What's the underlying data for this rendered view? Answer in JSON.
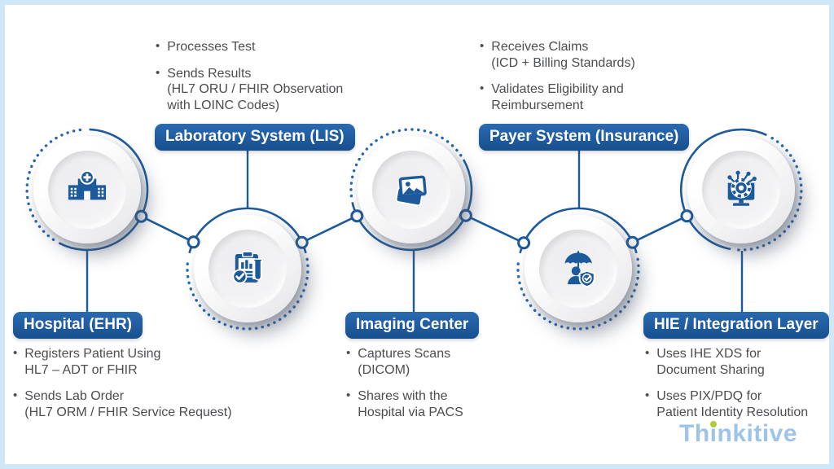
{
  "nodes": [
    {
      "id": "hospital-ehr",
      "badge": "Hospital (EHR)",
      "icon": "hospital-building-icon",
      "bullets": [
        "Registers Patient Using\nHL7 – ADT or FHIR",
        "Sends Lab Order\n(HL7 ORM / FHIR Service Request)"
      ]
    },
    {
      "id": "laboratory-lis",
      "badge": "Laboratory System (LIS)",
      "icon": "lab-report-test-tube-icon",
      "bullets": [
        "Processes Test",
        "Sends Results\n(HL7 ORU / FHIR Observation\nwith LOINC Codes)"
      ]
    },
    {
      "id": "imaging-center",
      "badge": "Imaging Center",
      "icon": "medical-image-icon",
      "bullets": [
        "Captures Scans\n(DICOM)",
        "Shares with the\nHospital via PACS"
      ]
    },
    {
      "id": "payer-insurance",
      "badge": "Payer System (Insurance)",
      "icon": "insurance-umbrella-shield-icon",
      "bullets": [
        "Receives Claims\n(ICD + Billing Standards)",
        "Validates Eligibility and\nReimbursement"
      ]
    },
    {
      "id": "hie-integration",
      "badge": "HIE / Integration Layer",
      "icon": "integration-monitor-gear-icon",
      "bullets": [
        "Uses IHE XDS for\nDocument Sharing",
        "Uses PIX/PDQ for\nPatient Identity Resolution"
      ]
    }
  ],
  "logo": {
    "part1": "Th",
    "part2": "i",
    "part3": "nkitive"
  },
  "colors": {
    "primary_blue": "#1d5a9c",
    "dotted_blue": "#2767b0",
    "badge_blue_top": "#2a6ab1",
    "badge_blue_bottom": "#174f8e",
    "text_gray": "#4b4d50",
    "frame_border": "#cfe7f9",
    "logo_blue": "#9dc3ea",
    "logo_green": "#b2cc39"
  }
}
